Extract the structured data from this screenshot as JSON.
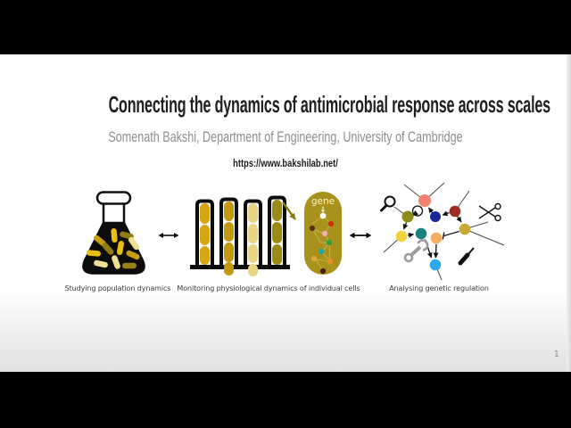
{
  "slide": {
    "title": "Connecting the dynamics of antimicrobial response across scales",
    "subtitle": "Somenath Bakshi, Department of Engineering, University of Cambridge",
    "url": "https://www.bakshilab.net/",
    "page_number": "1"
  },
  "figures": [
    {
      "id": "population-dynamics",
      "icon": "flask-icon",
      "caption": "Studying population dynamics"
    },
    {
      "id": "single-cell-dynamics",
      "icon": "mother-machine-icon",
      "caption": "Monitoring physiological dynamics of individual cells",
      "cell_label": "gene"
    },
    {
      "id": "genetic-regulation",
      "icon": "gene-network-icon",
      "caption": "Analysing genetic regulation",
      "tool_icons": [
        "magnifier-icon",
        "scissors-icon",
        "wrench-icon",
        "screwdriver-icon"
      ]
    }
  ],
  "connectors": [
    {
      "icon": "left-right-arrow-icon"
    },
    {
      "icon": "left-right-arrow-icon"
    }
  ],
  "colors": {
    "letterbox": "#000000",
    "slide_background_top": "#ffffff",
    "slide_background_bottom": "#e2e2e2",
    "title_text": "#1f1f1f",
    "subtitle_text": "#8d8d8d",
    "caption_text": "#3a3a3a",
    "bacteria_gold": "#e8be12",
    "bacteria_dark_gold": "#c79d10",
    "bacteria_olive": "#8f7a15",
    "bacteria_pale": "#f1e093",
    "single_cell_body": "#a8921b",
    "gene_label_text": "#fdf4cd",
    "network_node_salmon": "#f2826e",
    "network_node_dark_red": "#9e2b25",
    "network_node_olive": "#8f8b1a",
    "network_node_navy": "#17279e",
    "network_node_gold": "#c8a832",
    "network_node_yellow": "#f2d23e",
    "network_node_teal": "#18827e",
    "network_node_orange": "#f5ad62",
    "network_node_blue": "#2da8ec"
  }
}
